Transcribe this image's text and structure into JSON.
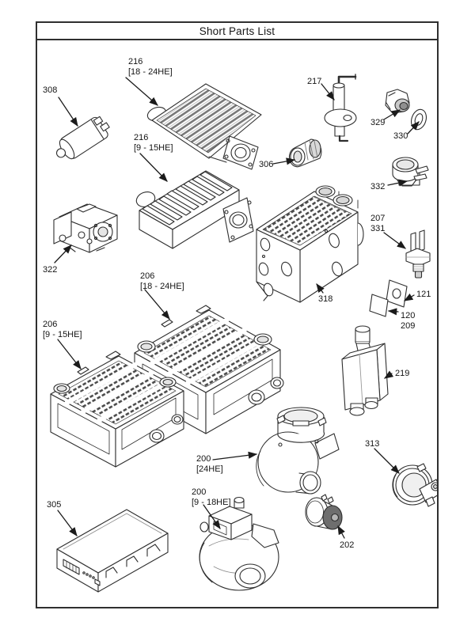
{
  "title": "Short Parts List",
  "colors": {
    "line": "#2e2e2e",
    "arrow": "#1b1b1b",
    "paper": "#ffffff",
    "shade_light": "#d8d8d8",
    "shade_mid": "#9a9a9a",
    "shade_dark": "#6e6e6e"
  },
  "parts": [
    {
      "lines": [
        "308"
      ]
    },
    {
      "lines": [
        "216",
        "[18 - 24HE]"
      ]
    },
    {
      "lines": [
        "216",
        "[9 - 15HE]"
      ]
    },
    {
      "lines": [
        "217"
      ]
    },
    {
      "lines": [
        "329"
      ]
    },
    {
      "lines": [
        "330"
      ]
    },
    {
      "lines": [
        "306"
      ]
    },
    {
      "lines": [
        "332"
      ]
    },
    {
      "lines": [
        "207",
        "331"
      ]
    },
    {
      "lines": [
        "322"
      ]
    },
    {
      "lines": [
        "318"
      ]
    },
    {
      "lines": [
        "121"
      ]
    },
    {
      "lines": [
        "120",
        "209"
      ]
    },
    {
      "lines": [
        "206",
        "[18 - 24HE]"
      ]
    },
    {
      "lines": [
        "206",
        "[9 - 15HE]"
      ]
    },
    {
      "lines": [
        "219"
      ]
    },
    {
      "lines": [
        "313"
      ]
    },
    {
      "lines": [
        "200",
        "[24HE]"
      ]
    },
    {
      "lines": [
        "200",
        "[9 - 18HE]"
      ]
    },
    {
      "lines": [
        "305"
      ]
    },
    {
      "lines": [
        "202"
      ]
    }
  ]
}
